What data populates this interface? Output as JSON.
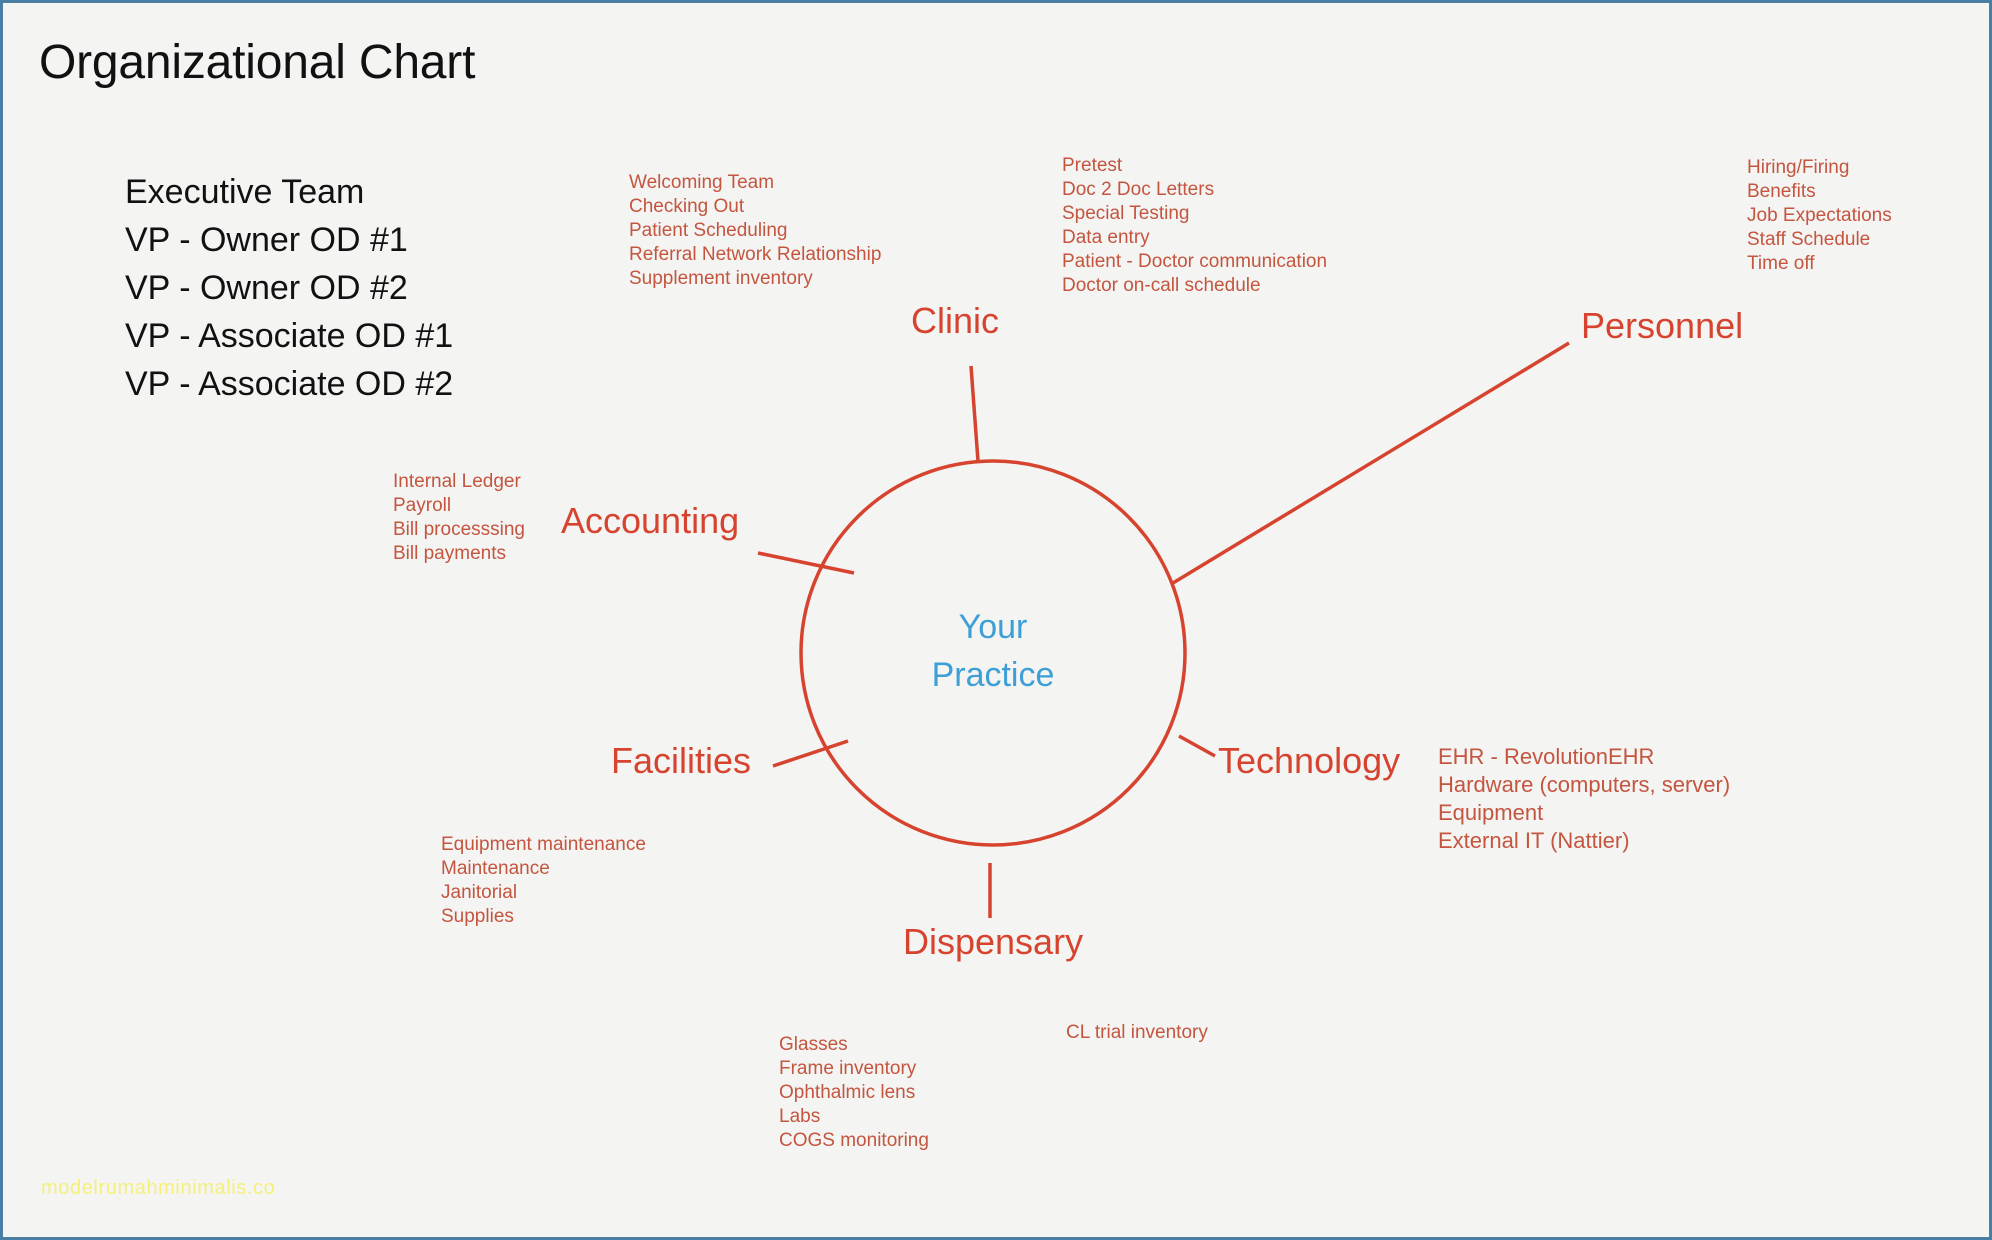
{
  "page": {
    "title": "Organizational Chart",
    "background_color": "#f4f4f3",
    "border_color": "#4a7fa5",
    "accent_color": "#d6442f",
    "detail_text_color": "#c4553f",
    "center_text_color": "#3d9fd6",
    "watermark": "modelrumahminimalis.co"
  },
  "executive_team": {
    "heading": "Executive Team",
    "members": [
      "VP - Owner OD #1",
      "VP - Owner OD #2",
      "VP - Associate OD #1",
      "VP - Associate OD #2"
    ]
  },
  "center": {
    "line1": "Your",
    "line2": "Practice"
  },
  "chart_data": {
    "type": "diagram",
    "title": "Organizational Chart",
    "center_node": "Your Practice",
    "nodes": [
      {
        "label": "Clinic",
        "position": "top",
        "detail_groups": [
          {
            "items": [
              "Welcoming Team",
              "Checking Out",
              "Patient Scheduling",
              "Referral Network Relationship",
              "Supplement inventory"
            ]
          },
          {
            "items": [
              "Pretest",
              "Doc 2 Doc Letters",
              "Special Testing",
              "Data entry",
              "Patient - Doctor communication",
              "Doctor on-call schedule"
            ]
          }
        ]
      },
      {
        "label": "Personnel",
        "position": "top-right",
        "detail_groups": [
          {
            "items": [
              "Hiring/Firing",
              "Benefits",
              "Job Expectations",
              "Staff Schedule",
              "Time off"
            ]
          }
        ]
      },
      {
        "label": "Accounting",
        "position": "left-upper",
        "detail_groups": [
          {
            "items": [
              "Internal Ledger",
              "Payroll",
              "Bill processsing",
              "Bill payments"
            ]
          }
        ]
      },
      {
        "label": "Facilities",
        "position": "left-lower",
        "detail_groups": [
          {
            "items": [
              "Equipment maintenance",
              "Maintenance",
              "Janitorial",
              "Supplies"
            ]
          }
        ]
      },
      {
        "label": "Technology",
        "position": "right-lower",
        "detail_groups": [
          {
            "items": [
              "EHR - RevolutionEHR",
              "Hardware (computers, server)",
              "Equipment",
              "External IT (Nattier)"
            ]
          }
        ]
      },
      {
        "label": "Dispensary",
        "position": "bottom",
        "detail_groups": [
          {
            "items": [
              "Glasses",
              "Frame inventory",
              "Ophthalmic lens",
              "Labs",
              "COGS monitoring"
            ]
          },
          {
            "items": [
              "CL trial inventory"
            ]
          }
        ]
      }
    ]
  }
}
